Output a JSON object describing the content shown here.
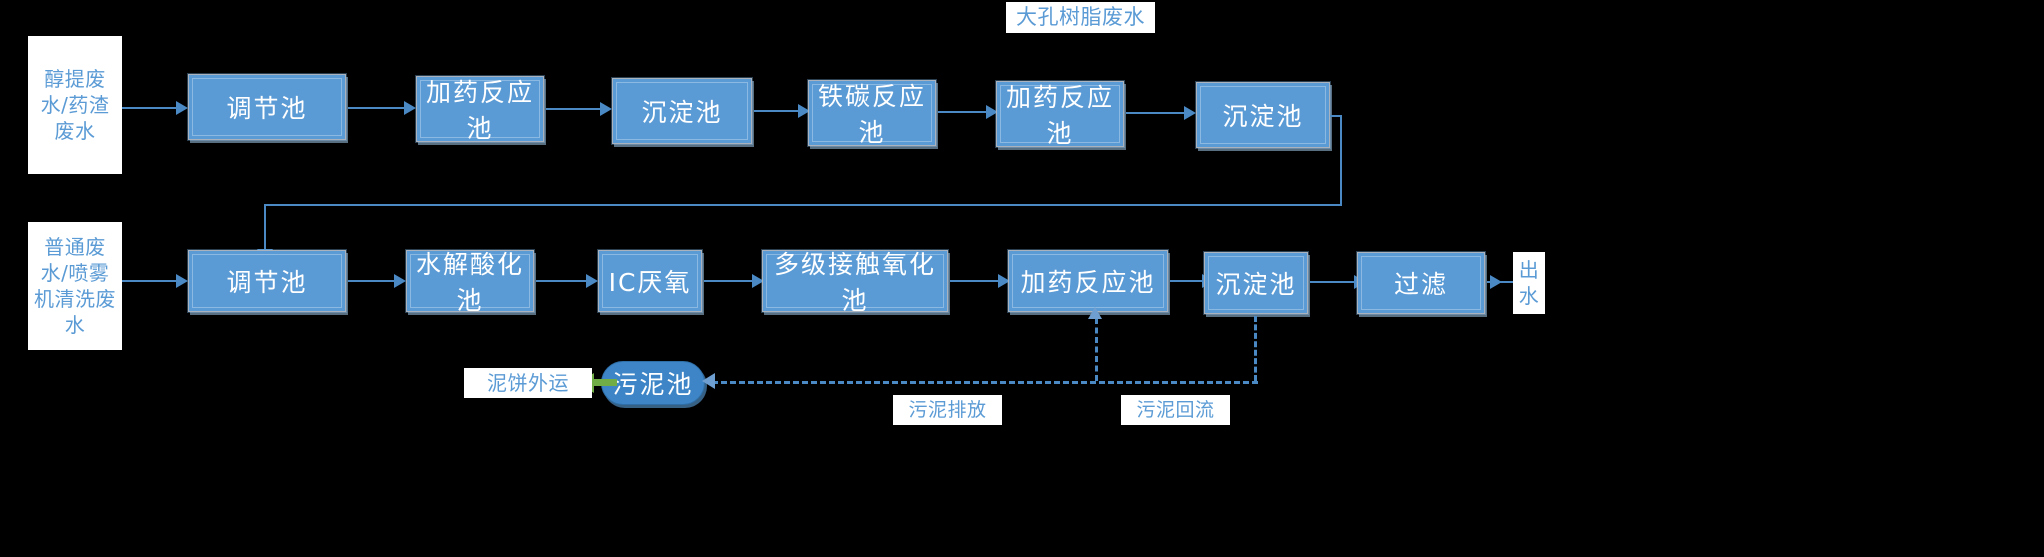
{
  "diagram": {
    "title": "大孔树脂废水",
    "colors": {
      "box_fill": "#5B9BD5",
      "box_text": "#ffffff",
      "label_text": "#5B9BD5",
      "label_bg": "#ffffff",
      "connector": "#4a89c4",
      "dashed_connector": "#4a89c4",
      "green_arrow": "#70ad47",
      "canvas": "#000000"
    }
  },
  "inputs": {
    "top": "醇提废水/药渣废水",
    "bottom": "普通废水/喷雾机清洗废水"
  },
  "outputs": {
    "effluent": "出水",
    "mud_cake": "泥饼外运"
  },
  "row1": {
    "boxes": [
      {
        "label": "调节池"
      },
      {
        "label": "加药反应池"
      },
      {
        "label": "沉淀池"
      },
      {
        "label": "铁碳反应池"
      },
      {
        "label": "加药反应池"
      },
      {
        "label": "沉淀池"
      }
    ]
  },
  "row2": {
    "boxes": [
      {
        "label": "调节池"
      },
      {
        "label": "水解酸化池"
      },
      {
        "label": "IC厌氧"
      },
      {
        "label": "多级接触氧化池"
      },
      {
        "label": "加药反应池"
      },
      {
        "label": "沉淀池"
      },
      {
        "label": "过滤"
      }
    ]
  },
  "sludge": {
    "pool": "污泥池",
    "discharge_label": "污泥排放",
    "return_label": "污泥回流"
  }
}
